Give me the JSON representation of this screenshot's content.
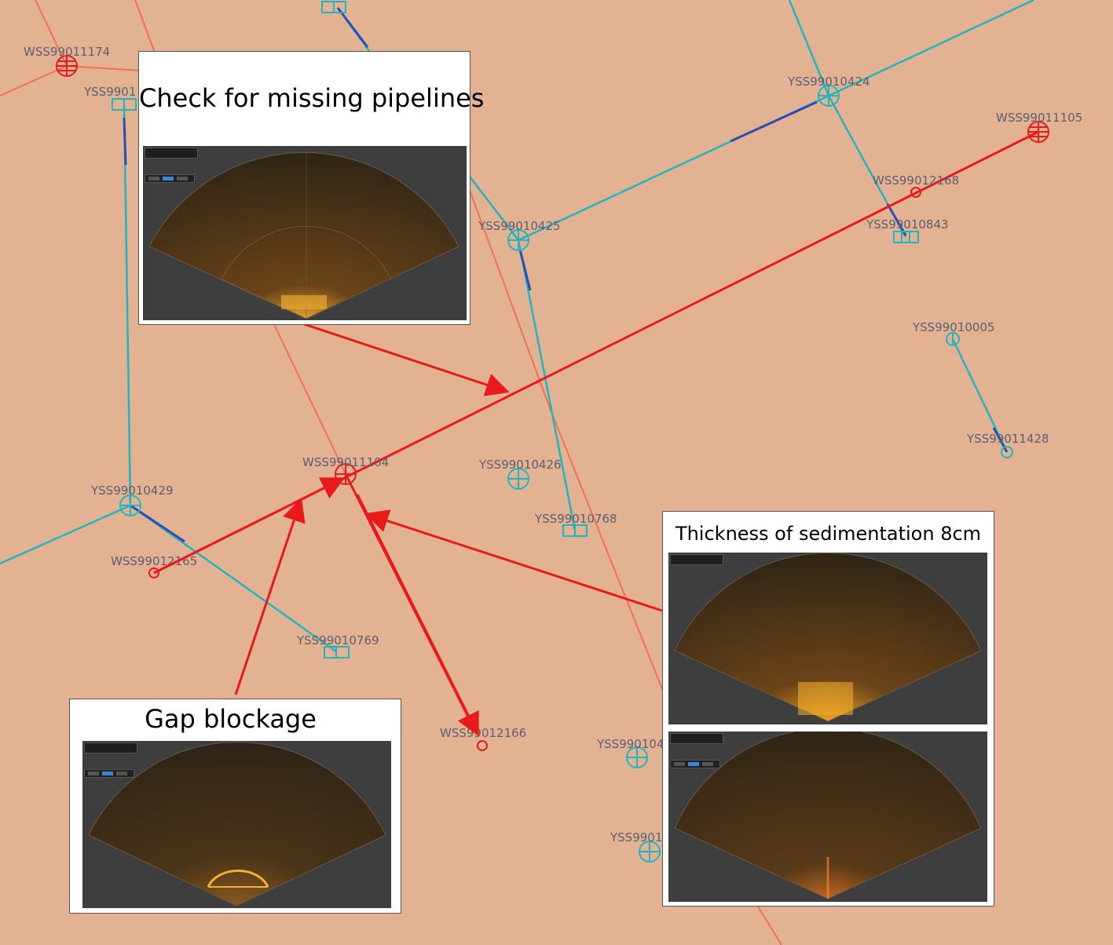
{
  "colors": {
    "background": "#e3b292",
    "water_pipe": "#f07055",
    "storm_pipe": "#22b5c0",
    "storm_pipe_dark": "#2a4fb0",
    "annotation_arrow": "#e81a1a",
    "node_label": "#5c5f6e",
    "sonar_bg": "#3e3e3e",
    "sonar_echo": "#d98a1e"
  },
  "nodes": [
    {
      "id": "WSS99011174",
      "label": "WSS99011174",
      "type": "wss"
    },
    {
      "id": "YSS99010_a",
      "label": "YSS9901",
      "type": "yss"
    },
    {
      "id": "YSS99010424",
      "label": "YSS99010424",
      "type": "yss"
    },
    {
      "id": "WSS99011105",
      "label": "WSS99011105",
      "type": "wss"
    },
    {
      "id": "WSS99012168",
      "label": "WSS99012168",
      "type": "wss"
    },
    {
      "id": "YSS99010843",
      "label": "YSS99010843",
      "type": "yss"
    },
    {
      "id": "YSS99010425",
      "label": "YSS99010425",
      "type": "yss"
    },
    {
      "id": "YSS99010005",
      "label": "YSS99010005",
      "type": "yss"
    },
    {
      "id": "YSS99011428",
      "label": "YSS99011428",
      "type": "yss"
    },
    {
      "id": "WSS99011104",
      "label": "WSS99011104",
      "type": "wss"
    },
    {
      "id": "YSS99010426",
      "label": "YSS99010426",
      "type": "yss"
    },
    {
      "id": "YSS99010429",
      "label": "YSS99010429",
      "type": "yss"
    },
    {
      "id": "YSS99010768",
      "label": "YSS99010768",
      "type": "yss"
    },
    {
      "id": "WSS99012165",
      "label": "WSS99012165",
      "type": "wss"
    },
    {
      "id": "YSS99010769",
      "label": "YSS99010769",
      "type": "yss"
    },
    {
      "id": "WSS99012166",
      "label": "WSS99012166",
      "type": "wss"
    },
    {
      "id": "YSS990104_b",
      "label": "YSS990104",
      "type": "yss"
    },
    {
      "id": "YSS9901_c",
      "label": "YSS9901",
      "type": "yss"
    }
  ],
  "callouts": [
    {
      "id": "missing-pipelines",
      "title": "Check for missing pipelines"
    },
    {
      "id": "sedimentation",
      "title": "Thickness of sedimentation 8cm"
    },
    {
      "id": "gap-blockage",
      "title": "Gap blockage"
    }
  ]
}
